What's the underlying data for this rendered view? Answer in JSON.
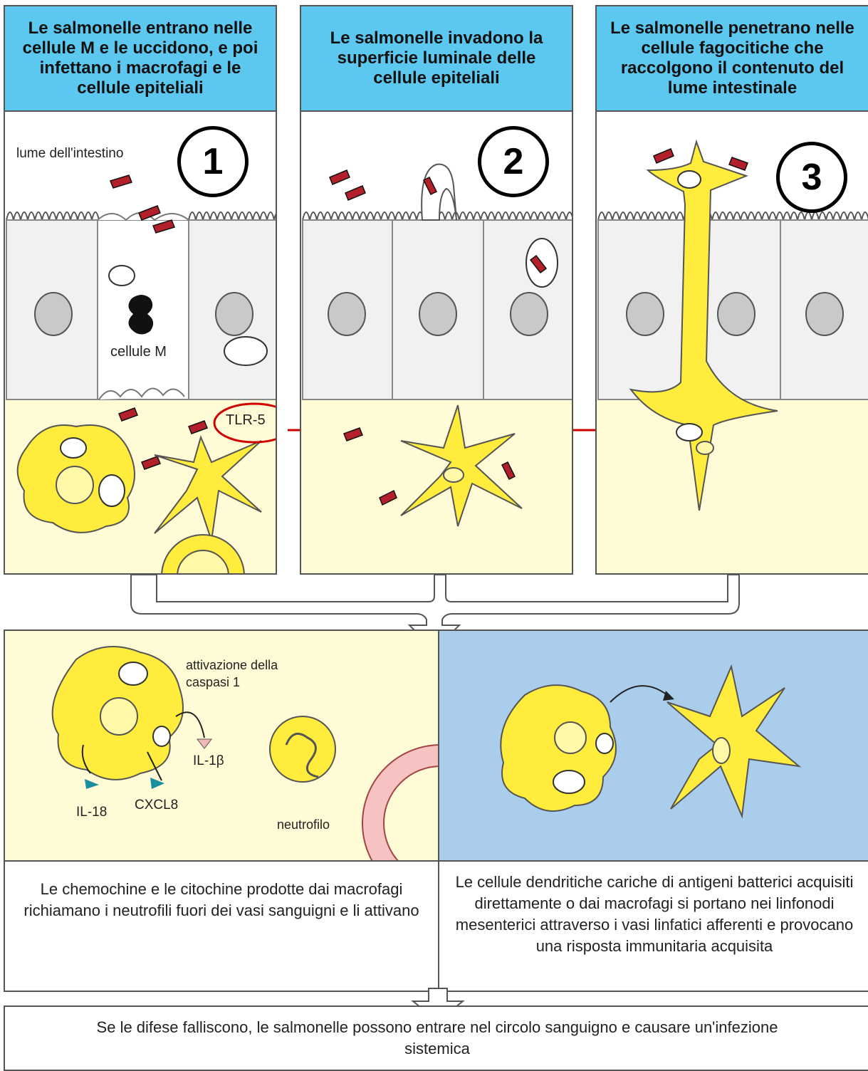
{
  "panels": [
    {
      "header": "Le salmonelle entrano nelle cellule M e le uccidono, e poi infettano i macrofagi e le cellule epiteliali",
      "step": "1",
      "lumen_label": "lume dell'intestino",
      "m_cell_label": "cellule M",
      "receptor_label": "TLR-5"
    },
    {
      "header": "Le salmonelle invadono la superficie luminale delle cellule epiteliali",
      "step": "2"
    },
    {
      "header": "Le salmonelle penetrano nelle cellule fagocitiche che raccolgono il contenuto del lume intestinale",
      "step": "3"
    }
  ],
  "left_lower": {
    "caspase_label": "attivazione della caspasi 1",
    "il1b": "IL-1β",
    "il18": "IL-18",
    "cxcl8": "CXCL8",
    "neutrophil": "neutrofilo",
    "caption": "Le chemochine e le citochine prodotte dai macrofagi richiamano i neutrofili fuori dei vasi sanguigni e li attivano"
  },
  "right_lower": {
    "caption": "Le cellule dendritiche cariche di antigeni batterici acquisiti direttamente o dai macrofagi si portano nei linfonodi mesenterici attraverso i vasi linfatici afferenti e provocano una risposta immunitaria acquisita"
  },
  "bottom": {
    "caption": "Se le difese falliscono, le salmonelle possono entrare nel circolo sanguigno e causare un'infezione sistemica"
  },
  "colors": {
    "header_blue": "#5cc8f0",
    "tissue_yellow": "#fffbd6",
    "cell_yellow": "#ffec3d",
    "bacteria_red": "#b3202a",
    "annotation_red": "#d00000",
    "lower_right_blue": "#a9cdea"
  }
}
